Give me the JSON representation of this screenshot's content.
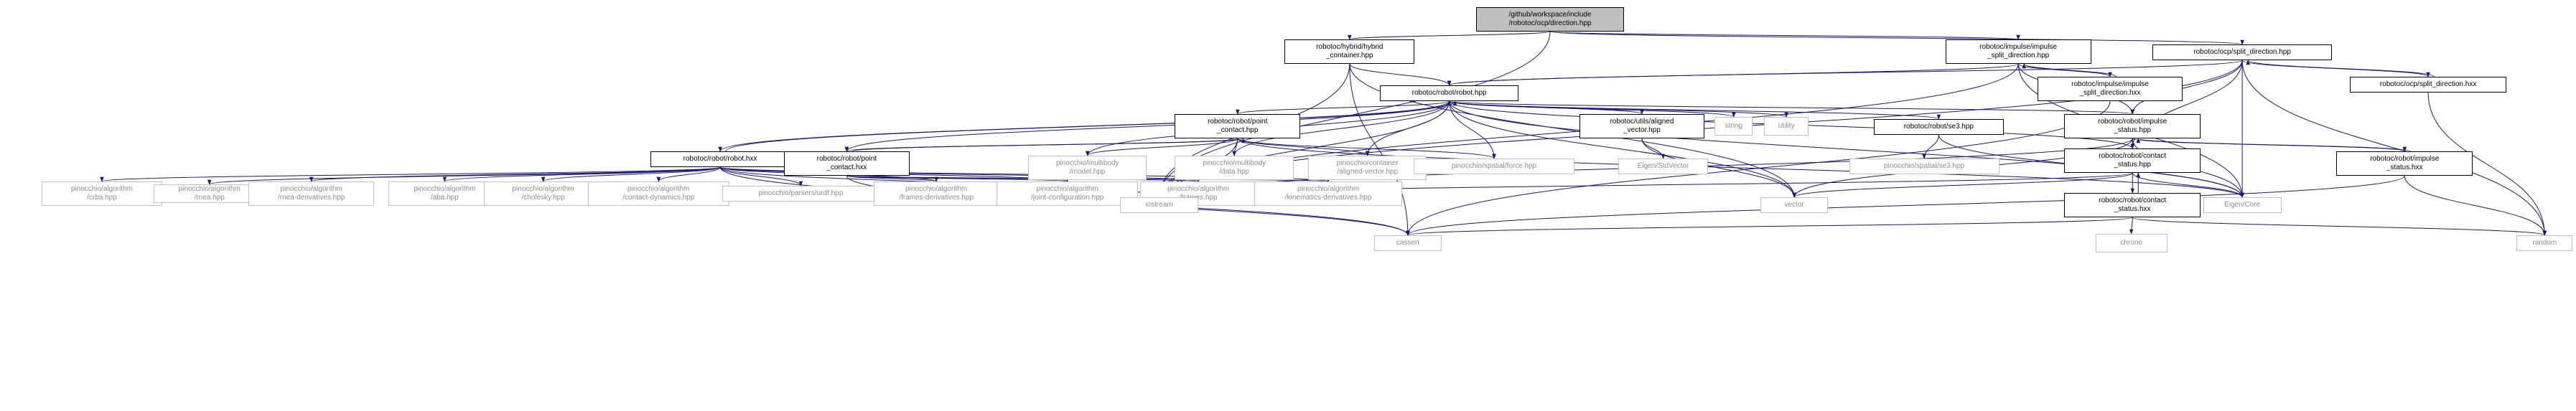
{
  "colors": {
    "edge_black": "#191970",
    "edge_green": "#006400",
    "edge_gray": "#404040",
    "node_border": "#000000",
    "ext_border": "#bfbfbf",
    "root_fill": "#bfbfbf"
  },
  "nodes": [
    {
      "id": "root",
      "label": "/github/workspace/include\n/robotoc/ocp/direction.hpp",
      "kind": "root"
    },
    {
      "id": "hybrid_cont",
      "label": "robotoc/hybrid/hybrid\n_container.hpp",
      "kind": "local"
    },
    {
      "id": "imp_split_hpp",
      "label": "robotoc/impulse/impulse\n_split_direction.hpp",
      "kind": "local"
    },
    {
      "id": "ocp_split_hpp",
      "label": "robotoc/ocp/split_direction.hpp",
      "kind": "local"
    },
    {
      "id": "robot_hpp",
      "label": "robotoc/robot/robot.hpp",
      "kind": "local"
    },
    {
      "id": "imp_split_hxx",
      "label": "robotoc/impulse/impulse\n_split_direction.hxx",
      "kind": "local"
    },
    {
      "id": "ocp_split_hxx",
      "label": "robotoc/ocp/split_direction.hxx",
      "kind": "local"
    },
    {
      "id": "point_contact_hpp",
      "label": "robotoc/robot/point\n_contact.hpp",
      "kind": "local"
    },
    {
      "id": "aligned_vec",
      "label": "robotoc/utils/aligned\n_vector.hpp",
      "kind": "local"
    },
    {
      "id": "string",
      "label": "string",
      "kind": "ext"
    },
    {
      "id": "utility",
      "label": "utility",
      "kind": "ext"
    },
    {
      "id": "se3_hpp",
      "label": "robotoc/robot/se3.hpp",
      "kind": "local"
    },
    {
      "id": "imp_status_hpp",
      "label": "robotoc/robot/impulse\n_status.hpp",
      "kind": "local"
    },
    {
      "id": "robot_hxx",
      "label": "robotoc/robot/robot.hxx",
      "kind": "local"
    },
    {
      "id": "point_contact_hxx",
      "label": "robotoc/robot/point\n_contact.hxx",
      "kind": "local"
    },
    {
      "id": "pin_model",
      "label": "pinocchio/multibody\n/model.hpp",
      "kind": "ext"
    },
    {
      "id": "pin_data",
      "label": "pinocchio/multibody\n/data.hpp",
      "kind": "ext"
    },
    {
      "id": "pin_aligned",
      "label": "pinocchio/container\n/aligned-vector.hpp",
      "kind": "ext"
    },
    {
      "id": "pin_force",
      "label": "pinocchio/spatial/force.hpp",
      "kind": "ext"
    },
    {
      "id": "eigen_stdvec",
      "label": "Eigen/StdVector",
      "kind": "ext"
    },
    {
      "id": "pin_se3",
      "label": "pinocchio/spatial/se3.hpp",
      "kind": "ext"
    },
    {
      "id": "contact_status_hpp",
      "label": "robotoc/robot/contact\n_status.hpp",
      "kind": "local"
    },
    {
      "id": "imp_status_hxx",
      "label": "robotoc/robot/impulse\n_status.hxx",
      "kind": "local"
    },
    {
      "id": "pin_crba",
      "label": "pinocchio/algorithm\n/crba.hpp",
      "kind": "ext"
    },
    {
      "id": "pin_rnea",
      "label": "pinocchio/algorithm\n/rnea.hpp",
      "kind": "ext"
    },
    {
      "id": "pin_rnea_der",
      "label": "pinocchio/algorithm\n/rnea-derivatives.hpp",
      "kind": "ext"
    },
    {
      "id": "pin_aba",
      "label": "pinocchio/algorithm\n/aba.hpp",
      "kind": "ext"
    },
    {
      "id": "pin_cholesky",
      "label": "pinocchio/algorithm\n/cholesky.hpp",
      "kind": "ext"
    },
    {
      "id": "pin_contact_dyn",
      "label": "pinocchio/algorithm\n/contact-dynamics.hpp",
      "kind": "ext"
    },
    {
      "id": "pin_urdf",
      "label": "pinocchio/parsers/urdf.hpp",
      "kind": "ext"
    },
    {
      "id": "pin_frames_der",
      "label": "pinocchio/algorithm\n/frames-derivatives.hpp",
      "kind": "ext"
    },
    {
      "id": "pin_joint_cfg",
      "label": "pinocchio/algorithm\n/joint-configuration.hpp",
      "kind": "ext"
    },
    {
      "id": "pin_frames",
      "label": "pinocchio/algorithm\n/frames.hpp",
      "kind": "ext"
    },
    {
      "id": "pin_kin_der",
      "label": "pinocchio/algorithm\n/kinematics-derivatives.hpp",
      "kind": "ext"
    },
    {
      "id": "iostream",
      "label": "iostream",
      "kind": "ext"
    },
    {
      "id": "vector",
      "label": "vector",
      "kind": "ext"
    },
    {
      "id": "eigen_core",
      "label": "Eigen/Core",
      "kind": "ext"
    },
    {
      "id": "contact_status_hxx",
      "label": "robotoc/robot/contact\n_status.hxx",
      "kind": "local"
    },
    {
      "id": "cassert",
      "label": "cassert",
      "kind": "ext"
    },
    {
      "id": "random",
      "label": "random",
      "kind": "ext"
    },
    {
      "id": "chrono",
      "label": "chrono",
      "kind": "ext"
    }
  ],
  "edges": [
    [
      "root",
      "hybrid_cont"
    ],
    [
      "root",
      "imp_split_hpp"
    ],
    [
      "root",
      "ocp_split_hpp"
    ],
    [
      "root",
      "iostream"
    ],
    [
      "hybrid_cont",
      "robot_hpp"
    ],
    [
      "hybrid_cont",
      "iostream"
    ],
    [
      "hybrid_cont",
      "vector"
    ],
    [
      "hybrid_cont",
      "cassert"
    ],
    [
      "imp_split_hpp",
      "robot_hpp"
    ],
    [
      "imp_split_hpp",
      "imp_split_hxx"
    ],
    [
      "imp_split_hpp",
      "imp_status_hpp"
    ],
    [
      "imp_split_hpp",
      "eigen_core"
    ],
    [
      "imp_split_hpp",
      "iostream"
    ],
    [
      "imp_split_hxx",
      "imp_split_hpp"
    ],
    [
      "imp_split_hxx",
      "cassert"
    ],
    [
      "ocp_split_hpp",
      "robot_hpp"
    ],
    [
      "ocp_split_hpp",
      "ocp_split_hxx"
    ],
    [
      "ocp_split_hpp",
      "imp_status_hpp"
    ],
    [
      "ocp_split_hpp",
      "contact_status_hpp"
    ],
    [
      "ocp_split_hpp",
      "eigen_core"
    ],
    [
      "ocp_split_hpp",
      "iostream"
    ],
    [
      "ocp_split_hpp",
      "random"
    ],
    [
      "ocp_split_hxx",
      "ocp_split_hpp"
    ],
    [
      "ocp_split_hxx",
      "random"
    ],
    [
      "robot_hpp",
      "point_contact_hpp"
    ],
    [
      "robot_hpp",
      "aligned_vec"
    ],
    [
      "robot_hpp",
      "string"
    ],
    [
      "robot_hpp",
      "utility"
    ],
    [
      "robot_hpp",
      "se3_hpp"
    ],
    [
      "robot_hpp",
      "imp_status_hpp"
    ],
    [
      "robot_hpp",
      "contact_status_hpp"
    ],
    [
      "robot_hpp",
      "robot_hxx"
    ],
    [
      "robot_hpp",
      "pin_model"
    ],
    [
      "robot_hpp",
      "pin_data"
    ],
    [
      "robot_hpp",
      "pin_aligned"
    ],
    [
      "robot_hpp",
      "pin_force"
    ],
    [
      "robot_hpp",
      "vector"
    ],
    [
      "robot_hpp",
      "eigen_core"
    ],
    [
      "robot_hpp",
      "iostream"
    ],
    [
      "robot_hpp",
      "point_contact_hxx"
    ],
    [
      "robot_hxx",
      "robot_hpp"
    ],
    [
      "point_contact_hpp",
      "point_contact_hxx"
    ],
    [
      "point_contact_hpp",
      "pin_model"
    ],
    [
      "point_contact_hpp",
      "pin_data"
    ],
    [
      "point_contact_hpp",
      "pin_aligned"
    ],
    [
      "point_contact_hpp",
      "pin_force"
    ],
    [
      "point_contact_hpp",
      "eigen_core"
    ],
    [
      "point_contact_hpp",
      "iostream"
    ],
    [
      "point_contact_hxx",
      "point_contact_hpp"
    ],
    [
      "point_contact_hxx",
      "pin_frames_der"
    ],
    [
      "point_contact_hxx",
      "pin_joint_cfg"
    ],
    [
      "point_contact_hxx",
      "pin_frames"
    ],
    [
      "point_contact_hxx",
      "pin_kin_der"
    ],
    [
      "point_contact_hxx",
      "cassert"
    ],
    [
      "aligned_vec",
      "eigen_stdvec"
    ],
    [
      "aligned_vec",
      "vector"
    ],
    [
      "se3_hpp",
      "pin_se3"
    ],
    [
      "se3_hpp",
      "eigen_core"
    ],
    [
      "imp_status_hpp",
      "contact_status_hpp"
    ],
    [
      "imp_status_hpp",
      "imp_status_hxx"
    ],
    [
      "imp_status_hpp",
      "eigen_core"
    ],
    [
      "imp_status_hpp",
      "vector"
    ],
    [
      "imp_status_hpp",
      "iostream"
    ],
    [
      "imp_status_hxx",
      "imp_status_hpp"
    ],
    [
      "imp_status_hxx",
      "cassert"
    ],
    [
      "imp_status_hxx",
      "random"
    ],
    [
      "contact_status_hpp",
      "contact_status_hxx"
    ],
    [
      "contact_status_hpp",
      "eigen_core"
    ],
    [
      "contact_status_hpp",
      "vector"
    ],
    [
      "contact_status_hpp",
      "iostream"
    ],
    [
      "contact_status_hxx",
      "contact_status_hpp"
    ],
    [
      "contact_status_hxx",
      "chrono"
    ],
    [
      "contact_status_hxx",
      "cassert"
    ],
    [
      "contact_status_hxx",
      "random"
    ],
    [
      "robot_hxx",
      "pin_crba"
    ],
    [
      "robot_hxx",
      "pin_rnea"
    ],
    [
      "robot_hxx",
      "pin_rnea_der"
    ],
    [
      "robot_hxx",
      "pin_aba"
    ],
    [
      "robot_hxx",
      "pin_cholesky"
    ],
    [
      "robot_hxx",
      "pin_contact_dyn"
    ],
    [
      "robot_hxx",
      "pin_urdf"
    ],
    [
      "robot_hxx",
      "pin_frames_der"
    ],
    [
      "robot_hxx",
      "pin_joint_cfg"
    ],
    [
      "robot_hxx",
      "pin_frames"
    ],
    [
      "robot_hxx",
      "pin_kin_der"
    ],
    [
      "robot_hxx",
      "iostream"
    ],
    [
      "robot_hxx",
      "cassert"
    ]
  ]
}
